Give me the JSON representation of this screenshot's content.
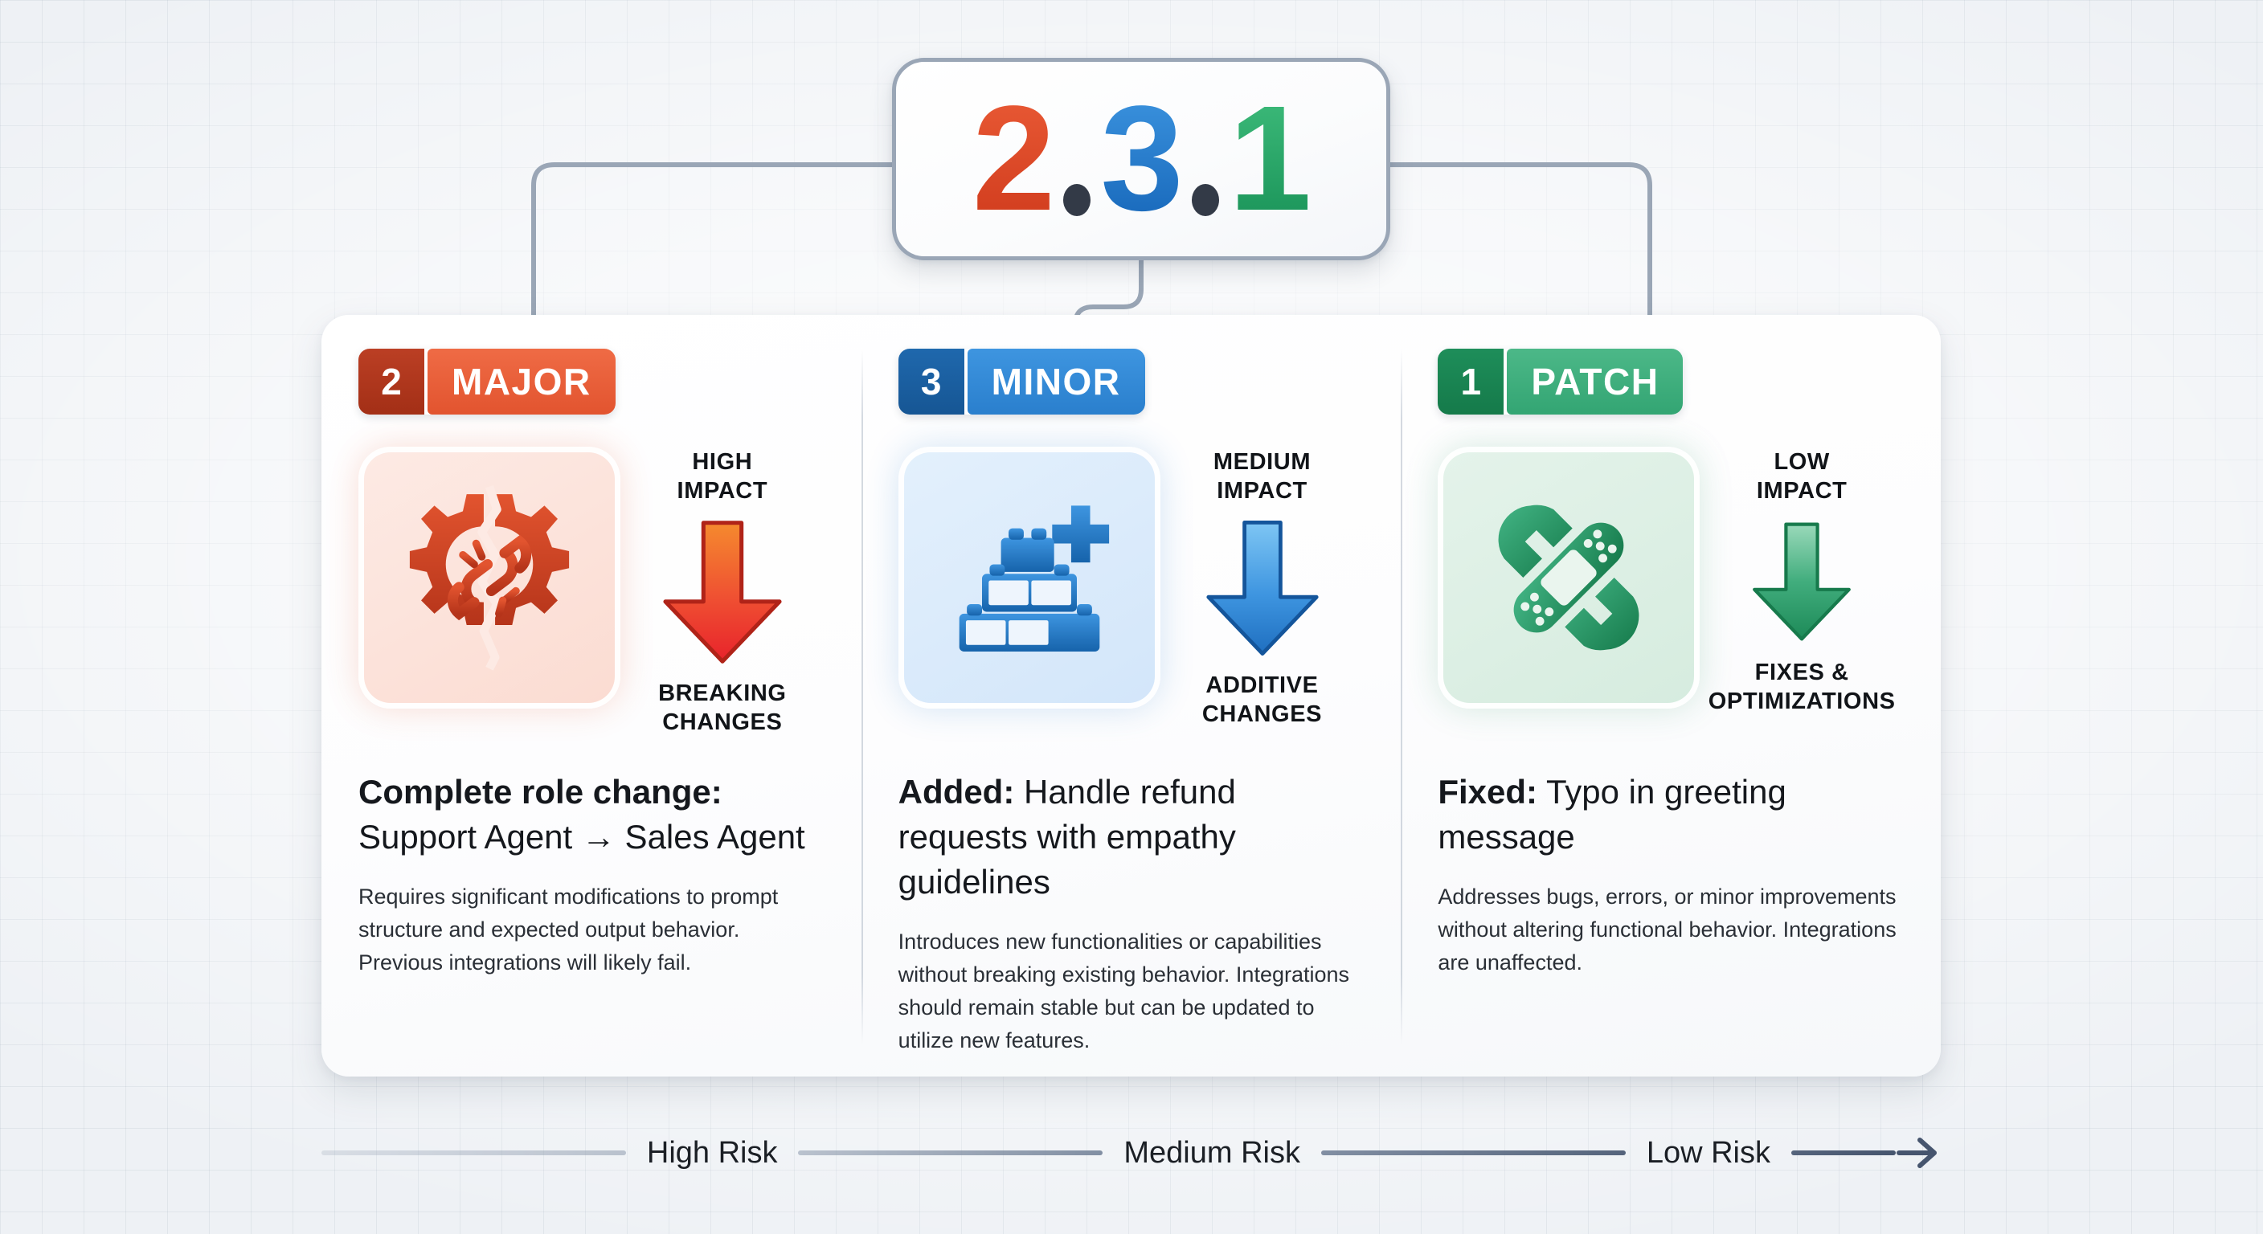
{
  "version_badge": {
    "major": "2",
    "dot1": ".",
    "minor": "3",
    "dot2": ".",
    "patch": "1",
    "full": "2.3.1"
  },
  "colors": {
    "major": "#e2542f",
    "major_dark": "#a32f16",
    "minor": "#2a7fcd",
    "minor_dark": "#165694",
    "patch": "#33a573",
    "patch_dark": "#157a4a",
    "background": "#eef1f5",
    "card": "#ffffff",
    "text": "#15181d"
  },
  "columns": [
    {
      "number": "2",
      "label": "MAJOR",
      "icon": "broken-gear-chain-icon",
      "impact_top": "HIGH\nIMPACT",
      "impact_top_line1": "HIGH",
      "impact_top_line2": "IMPACT",
      "impact_bottom_line1": "BREAKING",
      "impact_bottom_line2": "CHANGES",
      "headline_bold": "Complete role change:",
      "headline_rest": " Support Agent → Sales Agent",
      "description": "Requires significant modifications to prompt structure and expected output behavior. Previous integrations will likely fail."
    },
    {
      "number": "3",
      "label": "MINOR",
      "icon": "building-blocks-plus-icon",
      "impact_top_line1": "MEDIUM",
      "impact_top_line2": "IMPACT",
      "impact_bottom_line1": "ADDITIVE",
      "impact_bottom_line2": "CHANGES",
      "headline_bold": "Added:",
      "headline_rest": " Handle refund requests with empathy guidelines",
      "description": "Introduces new functionalities or capabilities without breaking existing behavior. Integrations should remain stable but can be updated to utilize new features."
    },
    {
      "number": "1",
      "label": "PATCH",
      "icon": "bandage-wrench-icon",
      "impact_top_line1": "LOW",
      "impact_top_line2": "IMPACT",
      "impact_bottom_line1": "FIXES &",
      "impact_bottom_line2": "OPTIMIZATIONS",
      "headline_bold": "Fixed:",
      "headline_rest": " Typo in greeting message",
      "description": "Addresses bugs, errors, or minor improvements without altering functional behavior. Integrations are unaffected."
    }
  ],
  "risk_scale": {
    "high": "High Risk",
    "medium": "Medium Risk",
    "low": "Low Risk"
  }
}
